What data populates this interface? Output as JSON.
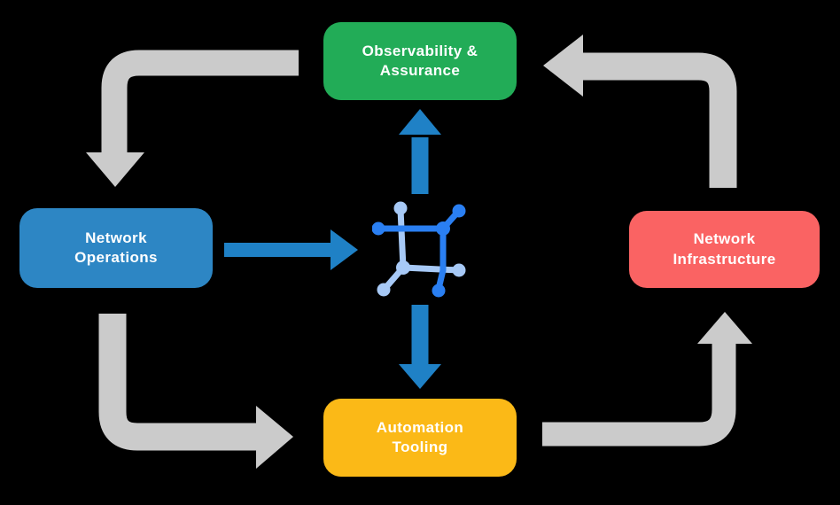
{
  "canvas": {
    "background": "#000000"
  },
  "nodes": {
    "observability": {
      "label": "Observability &\nAssurance",
      "color": "#22AC57"
    },
    "operations": {
      "label": "Network\nOperations",
      "color": "#2D86C4"
    },
    "infrastructure": {
      "label": "Network\nInfrastructure",
      "color": "#FA6363"
    },
    "automation": {
      "label": "Automation\nTooling",
      "color": "#FBB917"
    }
  },
  "colors": {
    "arrow_gray": "#CBCBCB",
    "arrow_blue": "#1F81C6"
  },
  "icon": {
    "name": "network-hub-icon",
    "dark": "#2A7FF2",
    "light": "#A7C9F6"
  },
  "flow": {
    "cycle": [
      "Observability & Assurance -> Network Operations",
      "Network Operations -> Automation Tooling",
      "Automation Tooling -> Network Infrastructure",
      "Network Infrastructure -> Observability & Assurance"
    ],
    "hub_links": [
      "Network Operations -> hub",
      "hub -> Observability & Assurance",
      "hub -> Automation Tooling"
    ]
  }
}
